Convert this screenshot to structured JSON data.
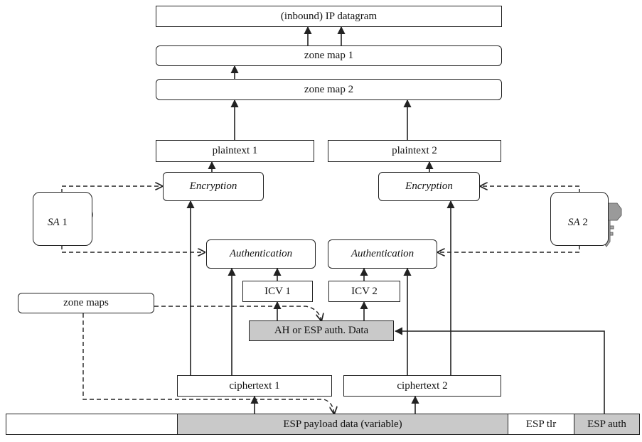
{
  "boxes": {
    "ip_datagram": "(inbound) IP datagram",
    "zone_map_1": "zone map 1",
    "zone_map_2": "zone map 2",
    "plaintext_1": "plaintext 1",
    "plaintext_2": "plaintext 2",
    "encryption_1": "Encryption",
    "encryption_2": "Encryption",
    "authentication_1": "Authentication",
    "authentication_2": "Authentication",
    "icv_1": "ICV 1",
    "icv_2": "ICV 2",
    "zone_maps": "zone maps",
    "auth_data": "AH or ESP auth. Data",
    "ciphertext_1": "ciphertext 1",
    "ciphertext_2": "ciphertext 2",
    "esp_payload": "ESP payload data (variable)",
    "esp_tlr": "ESP tlr",
    "esp_auth": "ESP auth"
  },
  "sa": {
    "sa1_name": "SA",
    "sa1_num": "1",
    "sa2_name": "SA",
    "sa2_num": "2"
  },
  "colors": {
    "shaded": "#c9c9c9",
    "line": "#222222"
  }
}
